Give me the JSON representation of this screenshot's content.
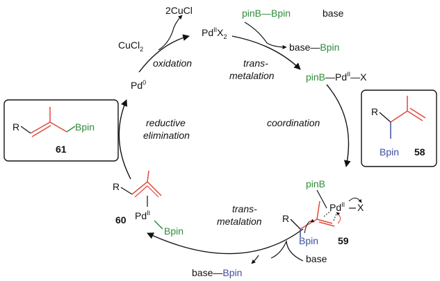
{
  "colors": {
    "green": "#2e8b3a",
    "blue": "#3a4fa0",
    "red": "#e0473a",
    "black": "#111111"
  },
  "species": {
    "cucl": "2CuCl",
    "cucl2": {
      "base": "CuCl",
      "sub": "2"
    },
    "pdx2": {
      "pd": "Pd",
      "sup": "II",
      "x": "X",
      "sub": "2"
    },
    "pd0": {
      "pd": "Pd",
      "sup": "0"
    },
    "b2pin2": "pinB—Bpin",
    "base_top": "base",
    "base_bpin_top": {
      "base": "base—",
      "bpin": "Bpin"
    },
    "pinb_pd_x": {
      "pinb": "pinB",
      "pd": "—Pd",
      "sup": "II",
      "x": "—X"
    },
    "base_bottom": "base",
    "base_bpin_bottom": {
      "base": "base—",
      "bpin": "Bpin"
    }
  },
  "steps": {
    "oxidation": "oxidation",
    "transmetalation_top": [
      "trans-",
      "metalation"
    ],
    "coordination": "coordination",
    "transmetalation_bottom": [
      "trans-",
      "metalation"
    ],
    "reductive_elimination": [
      "reductive",
      "elimination"
    ]
  },
  "compounds": {
    "c61": {
      "number": "61",
      "r": "R",
      "bpin": "Bpin"
    },
    "c58": {
      "number": "58",
      "r": "R",
      "bpin": "Bpin"
    },
    "c59": {
      "number": "59",
      "r": "R",
      "pinb": "pinB",
      "pd": "Pd",
      "sup": "II",
      "x": "X",
      "bpin": "Bpin"
    },
    "c60": {
      "number": "60",
      "r": "R",
      "pd": "Pd",
      "sup": "II",
      "bpin": "Bpin"
    }
  }
}
